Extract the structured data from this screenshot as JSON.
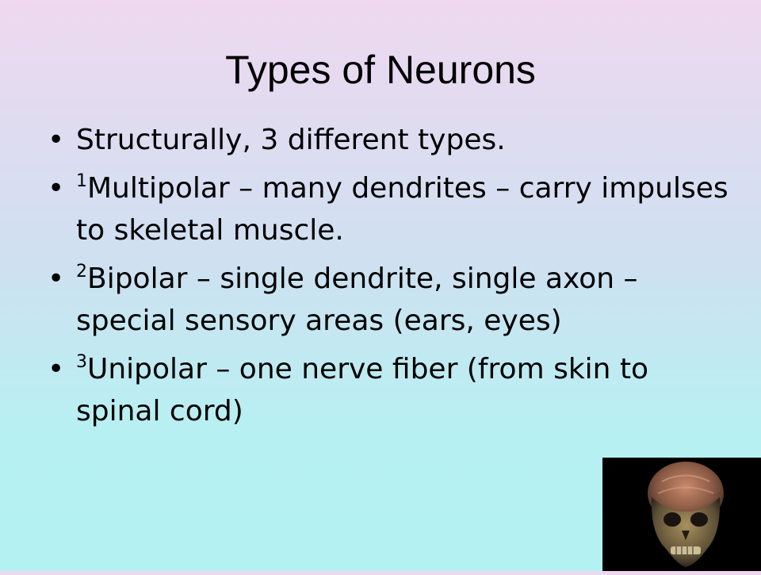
{
  "slide": {
    "title": "Types of Neurons",
    "bullets": [
      {
        "sup": "",
        "text": "Structurally, 3 different types."
      },
      {
        "sup": "1",
        "text": "Multipolar – many dendrites – carry impulses to skeletal muscle."
      },
      {
        "sup": "2",
        "text": "Bipolar – single dendrite, single axon – special sensory areas (ears, eyes)"
      },
      {
        "sup": "3",
        "text": "Unipolar – one nerve fiber (from skin to spinal cord)"
      }
    ],
    "bullet_glyph": "•",
    "image": {
      "icon": "skull-brain-icon"
    }
  }
}
